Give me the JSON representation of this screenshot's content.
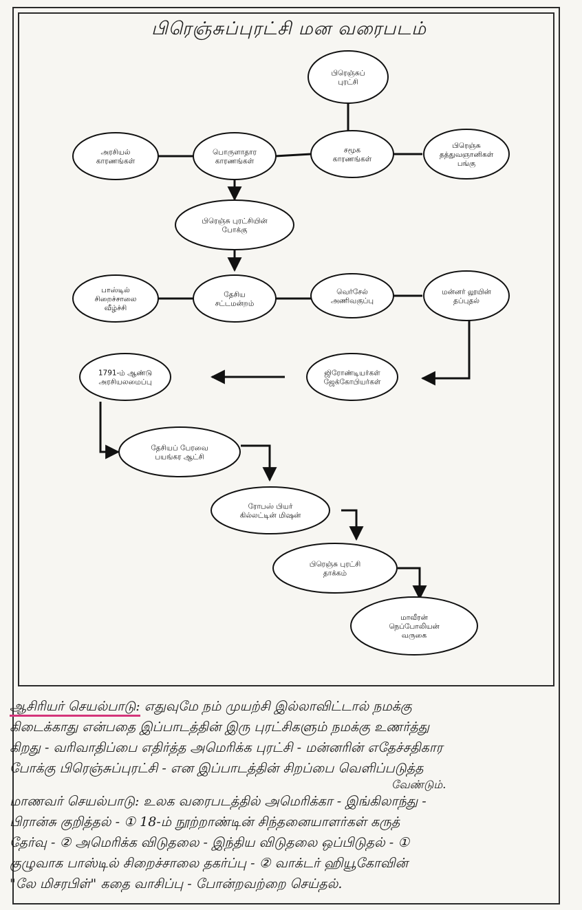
{
  "title": "பிரெஞ்சுப்புரட்சி மன வரைபடம்",
  "nodes": [
    {
      "id": "french-revolution",
      "lines": [
        "பிரெஞ்சுப்",
        "புரட்சி"
      ]
    },
    {
      "id": "political-causes",
      "lines": [
        "அரசியல்",
        "காரணங்கள்"
      ]
    },
    {
      "id": "economic-causes",
      "lines": [
        "பொருளாதார",
        "காரணங்கள்"
      ]
    },
    {
      "id": "social-causes",
      "lines": [
        "சமூக",
        "காரணங்கள்"
      ]
    },
    {
      "id": "philosophers-role",
      "lines": [
        "பிரெஞ்சு",
        "தத்துவஞானிகள்",
        "பங்கு"
      ]
    },
    {
      "id": "course-of-revolution",
      "lines": [
        "பிரெஞ்சு புரட்சியின்",
        "போக்கு"
      ]
    },
    {
      "id": "bastille-fall",
      "lines": [
        "பாஸ்டில்",
        "சிறைச்சாலை",
        "வீழ்ச்சி"
      ]
    },
    {
      "id": "national-assembly",
      "lines": [
        "தேசிய",
        "சட்டமன்றம்"
      ]
    },
    {
      "id": "versailles-march",
      "lines": [
        "வெர்சேல்",
        "அணிவகுப்பு"
      ]
    },
    {
      "id": "king-escape",
      "lines": [
        "மன்னர் லூயின்",
        "தப்புதல்"
      ]
    },
    {
      "id": "girondins-jacobins",
      "lines": [
        "ஜிரோண்டியர்கள்",
        "ஜேக்கோபியர்கள்"
      ]
    },
    {
      "id": "constitution-1791",
      "lines": [
        "1791-ம் ஆண்டு",
        "அரசியலமைப்பு"
      ]
    },
    {
      "id": "national-convention",
      "lines": [
        "தேசியப் பேரவை",
        "பயங்கர ஆட்சி"
      ]
    },
    {
      "id": "robespierre",
      "lines": [
        "ரோபஸ் பியர்",
        "கில்லட்டின் மிஷன்"
      ]
    },
    {
      "id": "revolution-impact",
      "lines": [
        "பிரெஞ்சு புரட்சி",
        "தாக்கம்"
      ]
    },
    {
      "id": "napoleon-rise",
      "lines": [
        "மாவீரன்",
        "நெப்போலியன்",
        "வருகை"
      ]
    }
  ],
  "notes": {
    "teacher_label": "ஆசிரியர் செயல்பாடு:",
    "teacher_text_1": "எதுவுமே நம் முயற்சி இல்லாவிட்டால் நமக்கு",
    "teacher_text_2": "கிடைக்காது என்பதை இப்பாடத்தின் இரு புரட்சிகளும் நமக்கு உணர்த்து",
    "teacher_text_3": "கிறது - வரிவாதிப்பை எதிர்த்த அமெரிக்க புரட்சி - மன்னரின் எதேச்சதிகார",
    "teacher_text_4": "போக்கு பிரெஞ்சுப்புரட்சி - என இப்பாடத்தின் சிறப்பை வெளிப்படுத்த",
    "teacher_text_5": "வேண்டும்.",
    "student_label": "மாணவர் செயல்பாடு:",
    "student_text_1": "உலக வரைபடத்தில் அமெரிக்கா - இங்கிலாந்து -",
    "student_text_2": "பிரான்சு குறித்தல் - ① 18-ம் நூற்றாண்டின் சிந்தனையாளர்கள் கருத்",
    "student_text_3": "தேர்வு - ② அமெரிக்க விடுதலை - இந்திய விடுதலை ஒப்பிடுதல் - ①",
    "student_text_4": "குழுவாக பாஸ்டில் சிறைச்சாலை தகர்ப்பு - ② வாக்டர் ஹியூகோவின்",
    "student_text_5": "\"லே மிசரபிள்\" கதை வாசிப்பு - போன்றவற்றை செய்தல்."
  }
}
